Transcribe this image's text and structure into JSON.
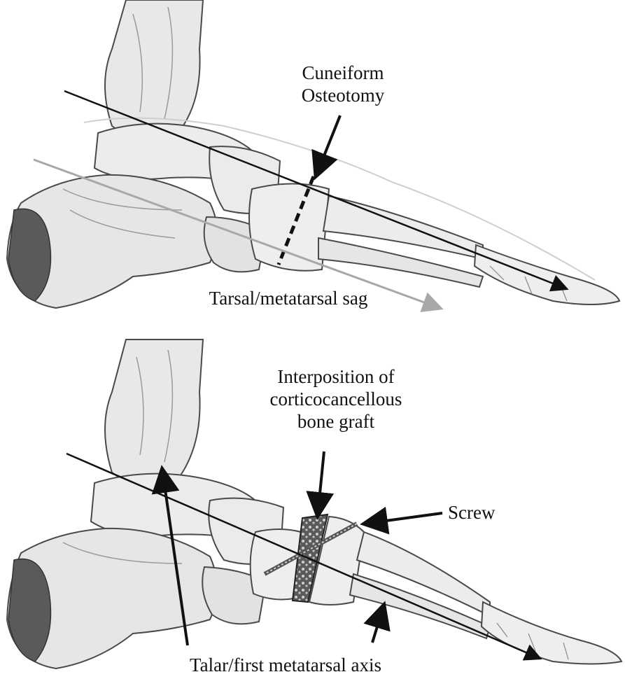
{
  "top_panel": {
    "label_osteotomy": [
      "Cuneiform",
      "Osteotomy"
    ],
    "label_sag": "Tarsal/metatarsal sag"
  },
  "bottom_panel": {
    "label_graft": [
      "Interposition of",
      "corticocancellous",
      "bone graft"
    ],
    "label_screw": "Screw",
    "label_axis": "Talar/first metatarsal axis"
  },
  "colors": {
    "bone_fill": "#e4e4e4",
    "bone_light": "#f2f2f2",
    "bone_dark": "#4a4a4a",
    "calcaneus_shade": "#5a5a5a",
    "axis_line": "#111111",
    "sag_line": "#a8a8a8"
  }
}
